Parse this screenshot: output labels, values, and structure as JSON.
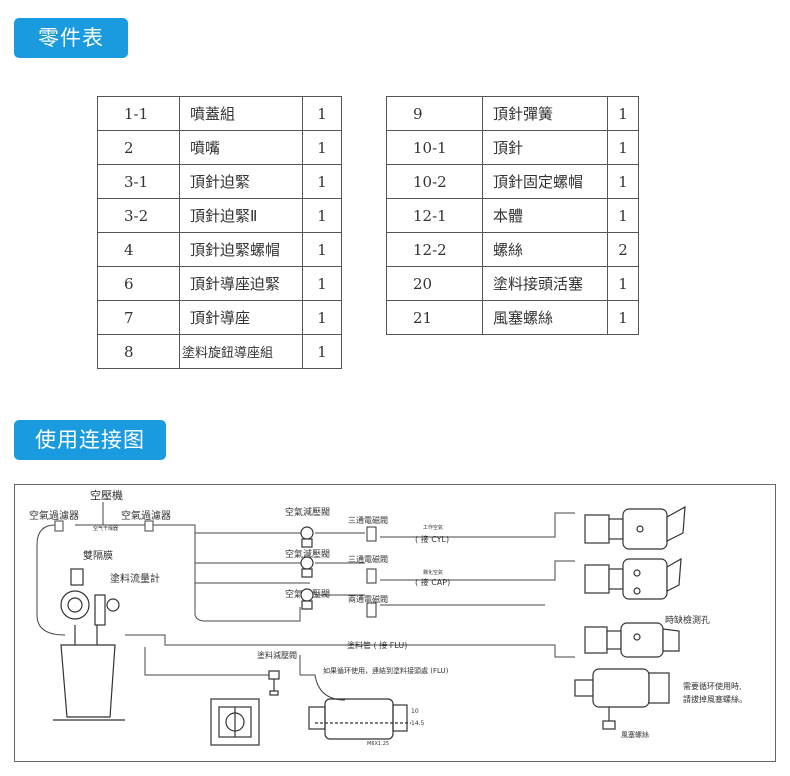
{
  "section_parts": {
    "title": "零件表"
  },
  "section_conn": {
    "title": "使用连接图"
  },
  "parts_left": [
    {
      "no": "1-1",
      "name": "噴蓋組",
      "qty": "1"
    },
    {
      "no": "2",
      "name": "噴嘴",
      "qty": "1"
    },
    {
      "no": "3-1",
      "name": "頂針迫緊",
      "qty": "1"
    },
    {
      "no": "3-2",
      "name": "頂針迫緊Ⅱ",
      "qty": "1"
    },
    {
      "no": "4",
      "name": "頂針迫緊螺帽",
      "qty": "1"
    },
    {
      "no": "6",
      "name": "頂針導座迫緊",
      "qty": "1"
    },
    {
      "no": "7",
      "name": "頂針導座",
      "qty": "1"
    },
    {
      "no": "8",
      "name": "塗料旋鈕導座組",
      "qty": "1"
    }
  ],
  "parts_right": [
    {
      "no": "9",
      "name": "頂針彈簧",
      "qty": "1"
    },
    {
      "no": "10-1",
      "name": "頂針",
      "qty": "1"
    },
    {
      "no": "10-2",
      "name": "頂針固定螺帽",
      "qty": "1"
    },
    {
      "no": "12-1",
      "name": "本體",
      "qty": "1"
    },
    {
      "no": "12-2",
      "name": "螺絲",
      "qty": "2"
    },
    {
      "no": "20",
      "name": "塗料接頭活塞",
      "qty": "1"
    },
    {
      "no": "21",
      "name": "風塞螺絲",
      "qty": "1"
    }
  ],
  "diagram": {
    "compressor": "空壓機",
    "filter_left": "空氣過濾器",
    "filter_right": "空氣過濾器",
    "dryer": "空气干燥器",
    "diaphragm": "雙隔膜",
    "flow_meter": "塗料流量計",
    "reg1": "空氣減壓閥",
    "reg2": "空氣減壓閥",
    "reg3": "空氣減壓閥",
    "valve1": "三通電磁閥",
    "valve2": "三通電磁閥",
    "valve3": "兩通電磁閥",
    "work_air": "工作空氣",
    "cyl": "( 接 CYL)",
    "atom_air": "霧化空氣",
    "cap": "( 接 CAP)",
    "paint_tube": "塗料管 ( 接 FLU)",
    "paint_reg": "塗料減壓閥",
    "loop_note": "如果循环使用，連結到塗料接頭處 (FLU)",
    "check_hole": "時缺檢測孔",
    "circ_note_1": "需要循环使用時,",
    "circ_note_2": "請拔掉風塞螺絲。",
    "air_screw": "風塞螺絲",
    "dim_10": "10",
    "dim_14_5": "14.5",
    "dim_m": "M6X1.25"
  }
}
